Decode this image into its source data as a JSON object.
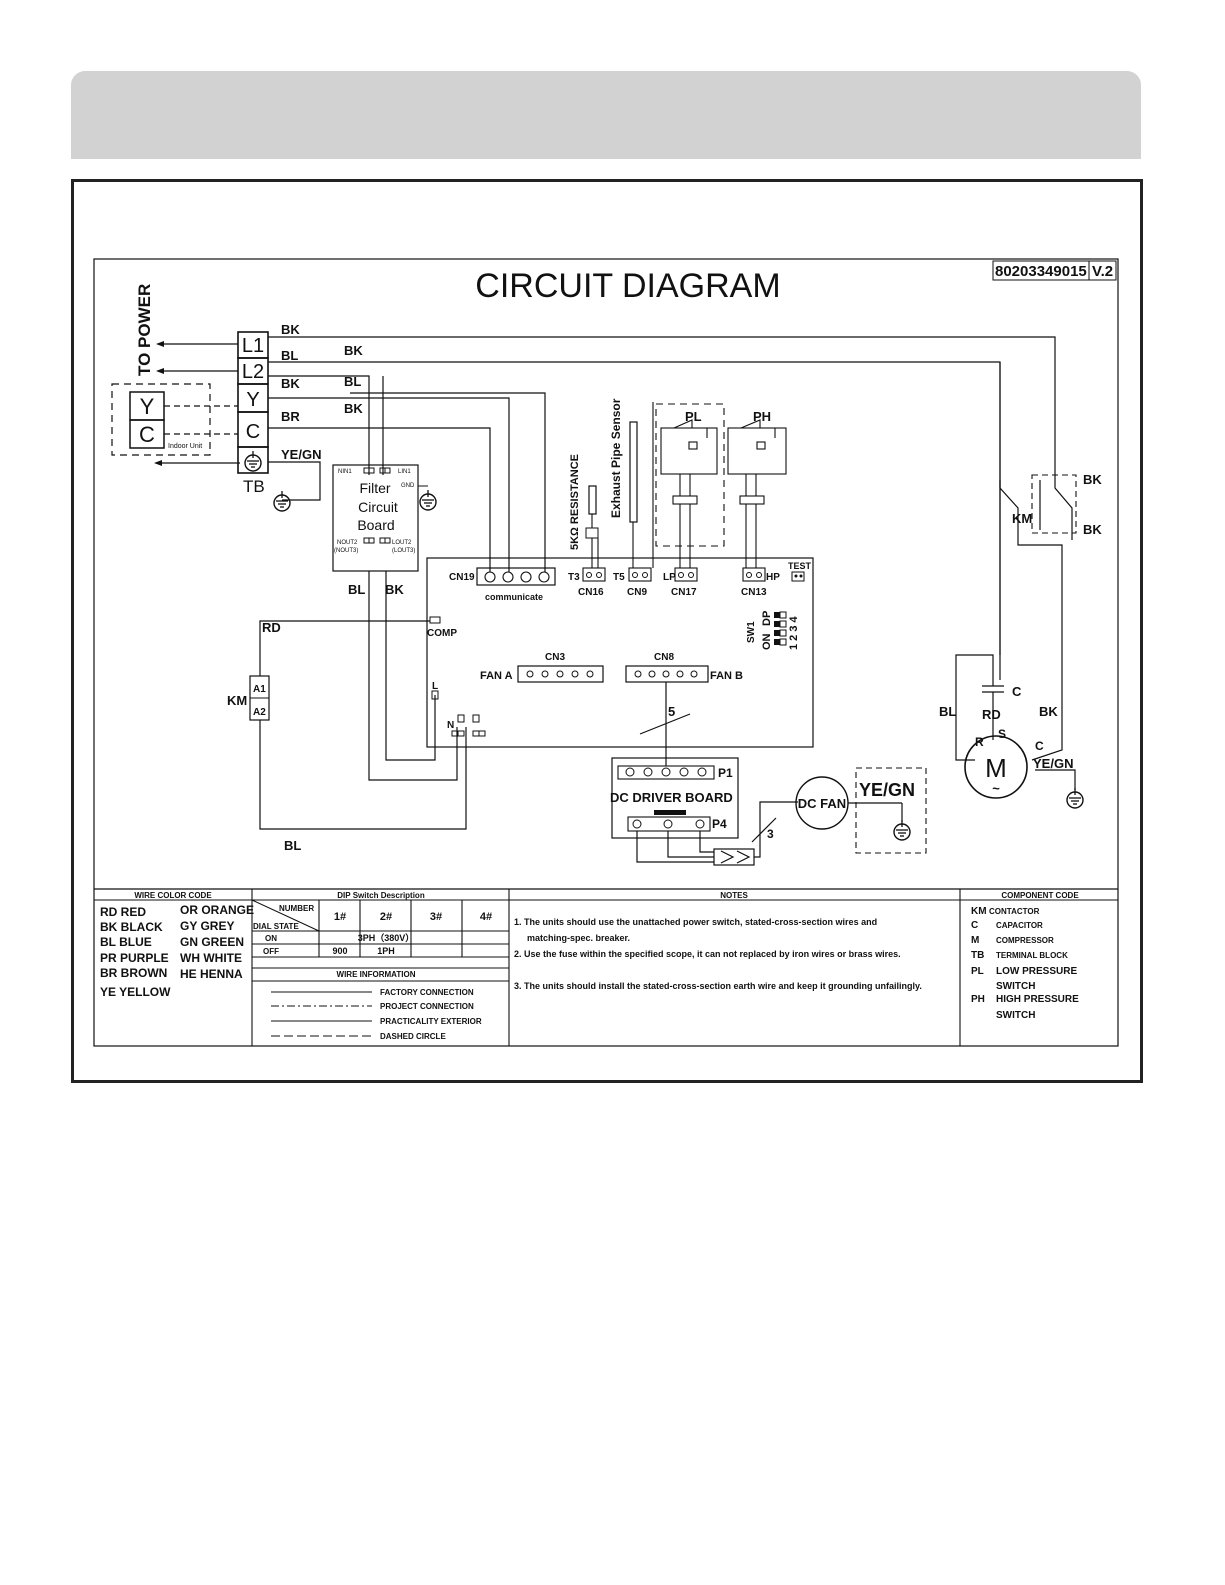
{
  "diagram": {
    "title": "CIRCUIT DIAGRAM",
    "code": "80203349015",
    "version": "V.2",
    "to_power": "TO POWER",
    "terminal_block": {
      "label": "TB",
      "terminals": [
        "L1",
        "L2",
        "Y",
        "C"
      ],
      "indoor_terms": [
        "Y",
        "C"
      ],
      "indoor_unit": "Indoor Unit"
    },
    "wires": {
      "bk": "BK",
      "bl": "BL",
      "br": "BR",
      "rd": "RD",
      "yegn": "YE/GN"
    },
    "filter_board": {
      "l1": "Filter",
      "l2": "Circuit",
      "l3": "Board",
      "nin1": "NIN1",
      "lin1": "LIN1",
      "gnd": "GND",
      "nout2": "NOUT2",
      "nout3": "(NOUT3)",
      "lout2": "LOUT2",
      "lout3": "(LOUT3)"
    },
    "resistance": "5KΩ RESISTANCE",
    "exhaust_sensor": "Exhaust Pipe Sensor",
    "pl": "PL",
    "ph": "PH",
    "km": "KM",
    "km_a1": "A1",
    "km_a2": "A2",
    "connectors": {
      "cn19": "CN19",
      "communicate": "communicate",
      "t3": "T3",
      "cn16": "CN16",
      "t5": "T5",
      "cn9": "CN9",
      "lp": "LP",
      "cn17": "CN17",
      "hp": "HP",
      "cn13": "CN13",
      "test": "TEST",
      "comp": "COMP",
      "cn3": "CN3",
      "fan_a": "FAN A",
      "cn8": "CN8",
      "fan_b": "FAN B",
      "l": "L",
      "n": "N",
      "five": "5",
      "three": "3"
    },
    "sw1": {
      "name": "SW1",
      "on": "ON",
      "dp": "DP",
      "nums": "1 2 3 4"
    },
    "driver": {
      "p1": "P1",
      "name": "DC DRIVER BOARD",
      "p4": "P4"
    },
    "dc_fan": "DC FAN",
    "cap": "C",
    "compressor": {
      "m": "M",
      "tilde": "~",
      "r": "R",
      "s": "S",
      "c": "C"
    }
  },
  "wire_color_code": {
    "header": "WIRE COLOR CODE",
    "left": [
      "RD  RED",
      "BK  BLACK",
      "BL  BLUE",
      "PR  PURPLE",
      "BR  BROWN",
      "YE  YELLOW"
    ],
    "right": [
      "OR  ORANGE",
      "GY  GREY",
      "GN  GREEN",
      "WH  WHITE",
      "HE  HENNA"
    ]
  },
  "dip": {
    "header": "DIP Switch Description",
    "number": "NUMBER",
    "dial_state": "DIAL STATE",
    "cols": [
      "1#",
      "2#",
      "3#",
      "4#"
    ],
    "on": "ON",
    "off": "OFF",
    "on_val": "3PH（380V）",
    "off_val1": "900",
    "off_val2": "1PH"
  },
  "wire_info": {
    "header": "WIRE INFORMATION",
    "items": [
      "FACTORY CONNECTION",
      "PROJECT CONNECTION",
      "PRACTICALITY EXTERIOR",
      "DASHED CIRCLE"
    ]
  },
  "notes": {
    "header": "NOTES",
    "n1a": "1. The units should use the unattached power switch, stated-cross-section wires and",
    "n1b": "matching-spec. breaker.",
    "n2": "2. Use the fuse within the specified scope, it can not replaced by iron wires or brass wires.",
    "n3": "3. The units should install the stated-cross-section earth wire and keep it grounding unfailingly."
  },
  "component_code": {
    "header": "COMPONENT CODE",
    "items": [
      {
        "code": "KM",
        "desc": "CONTACTOR"
      },
      {
        "code": "C",
        "desc": "CAPACITOR"
      },
      {
        "code": "M",
        "desc": "COMPRESSOR"
      },
      {
        "code": "TB",
        "desc": "TERMINAL BLOCK"
      },
      {
        "code": "PL",
        "desc": "LOW PRESSURE"
      },
      {
        "code": "",
        "desc": "SWITCH"
      },
      {
        "code": "PH",
        "desc": "HIGH PRESSURE"
      },
      {
        "code": "",
        "desc": "SWITCH"
      }
    ]
  }
}
